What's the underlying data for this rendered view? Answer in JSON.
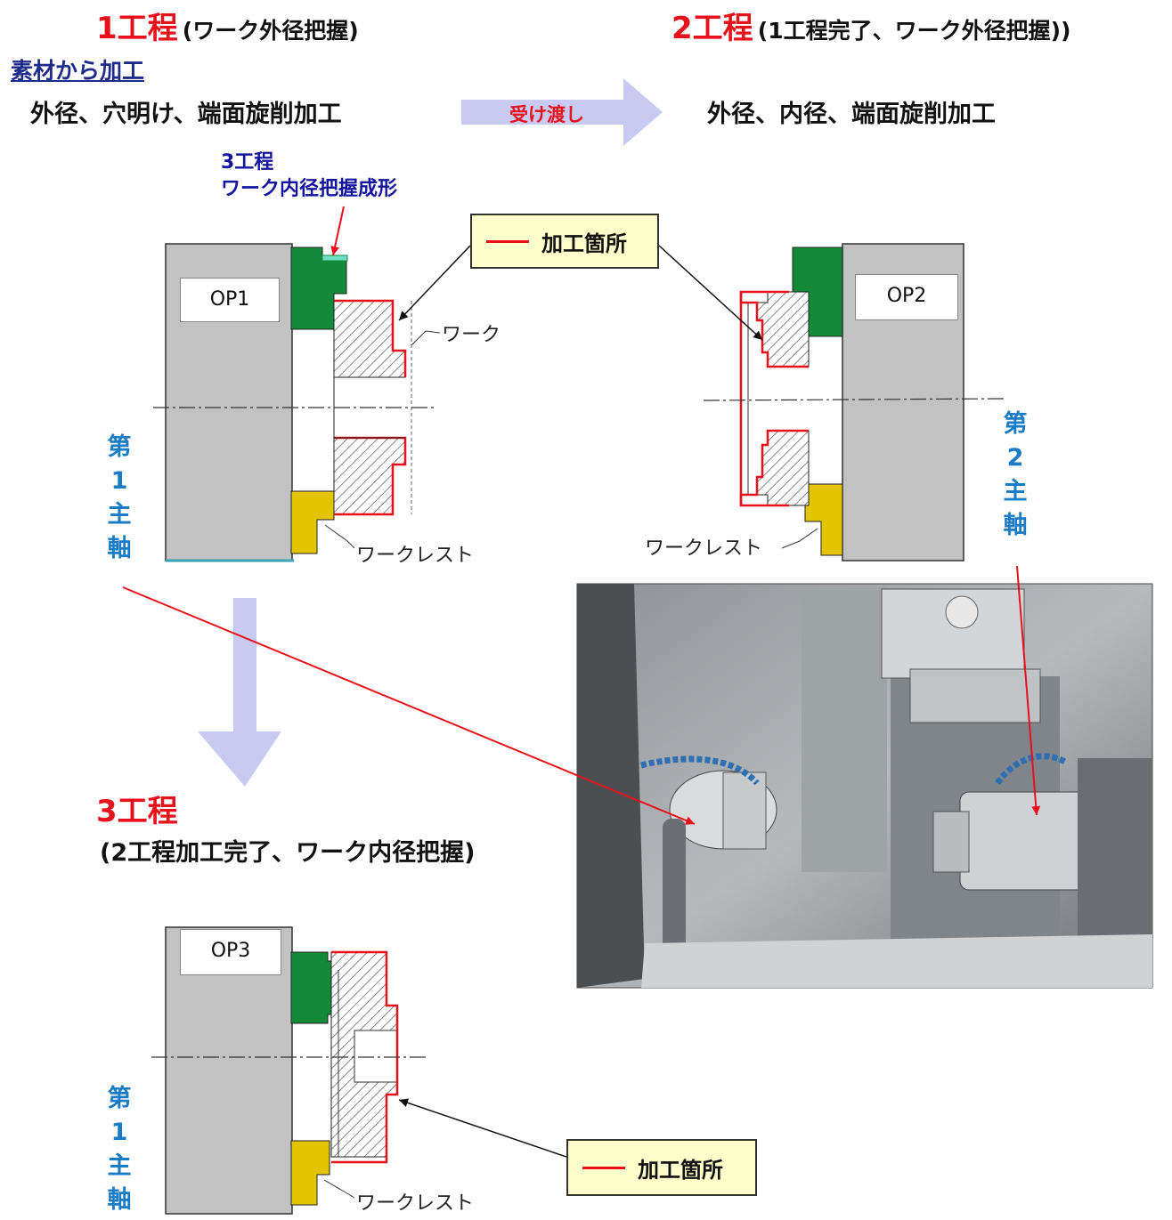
{
  "step1": {
    "title": "1工程",
    "sub": "(ワーク外径把握)",
    "from_material": "素材から加工",
    "desc": "外径、穴明け、端面旋削加工"
  },
  "step2": {
    "title": "2工程",
    "sub": "(1工程完了、ワーク外径把握))",
    "desc": "外径、内径、端面旋削加工"
  },
  "transfer": {
    "label": "受け渡し"
  },
  "step3_note": {
    "line1": "3工程",
    "line2": "ワーク内径把握成形"
  },
  "step3": {
    "title": "3工程",
    "sub": "(2工程加工完了、ワーク内径把握)"
  },
  "ops": {
    "op1": "OP1",
    "op2": "OP2",
    "op3": "OP3"
  },
  "callout": {
    "label": "加工箇所"
  },
  "labels": {
    "work": "ワーク",
    "workrest": "ワークレスト"
  },
  "spindle1": [
    "第",
    "1",
    "主",
    "軸"
  ],
  "spindle2": [
    "第",
    "2",
    "主",
    "軸"
  ],
  "colors": {
    "red": "#e8101a",
    "jaw_green": "#138a3a",
    "rest_yellow": "#e3c400",
    "block_gray": "#c2c2c2",
    "arrow_lavender": "#c8caf2",
    "spindle_blue": "#1a7cc4"
  }
}
